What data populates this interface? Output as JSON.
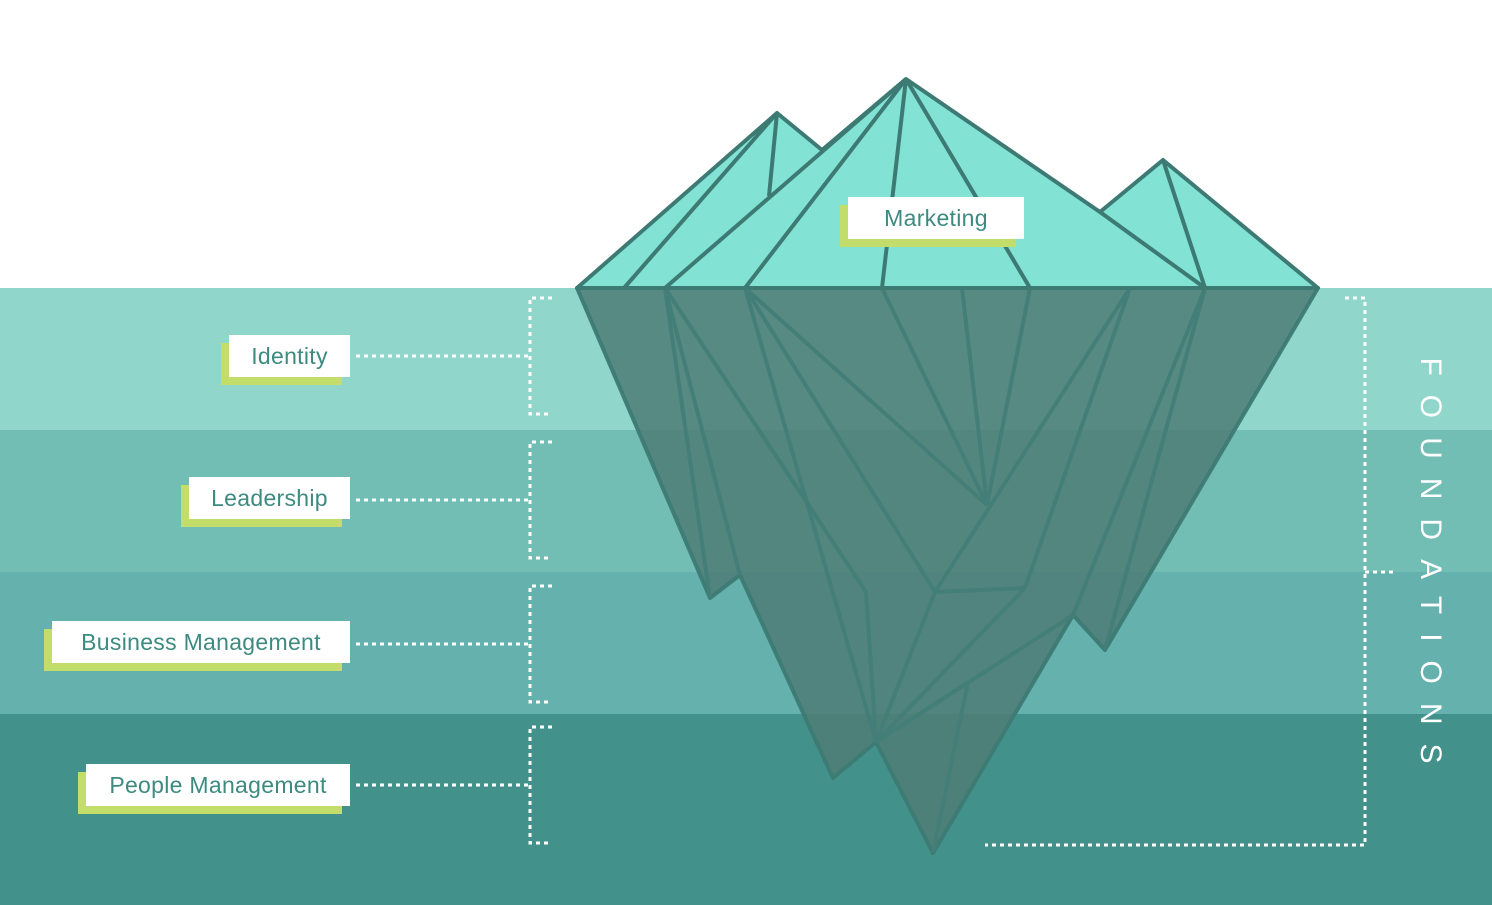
{
  "top_label": "Marketing",
  "layers": [
    {
      "label": "Identity",
      "color": "#90d6cb"
    },
    {
      "label": "Leadership",
      "color": "#72bdb4"
    },
    {
      "label": "Business Management",
      "color": "#64b1ad"
    },
    {
      "label": "People Management",
      "color": "#42918a"
    }
  ],
  "group_label": "FOUNDATIONS",
  "colors": {
    "ice_top": "#82e2d4",
    "ice_under": "#5e8f87",
    "stroke": "#3d7a74",
    "label_shadow": "#c3dd6a",
    "label_text": "#3d8a80"
  }
}
